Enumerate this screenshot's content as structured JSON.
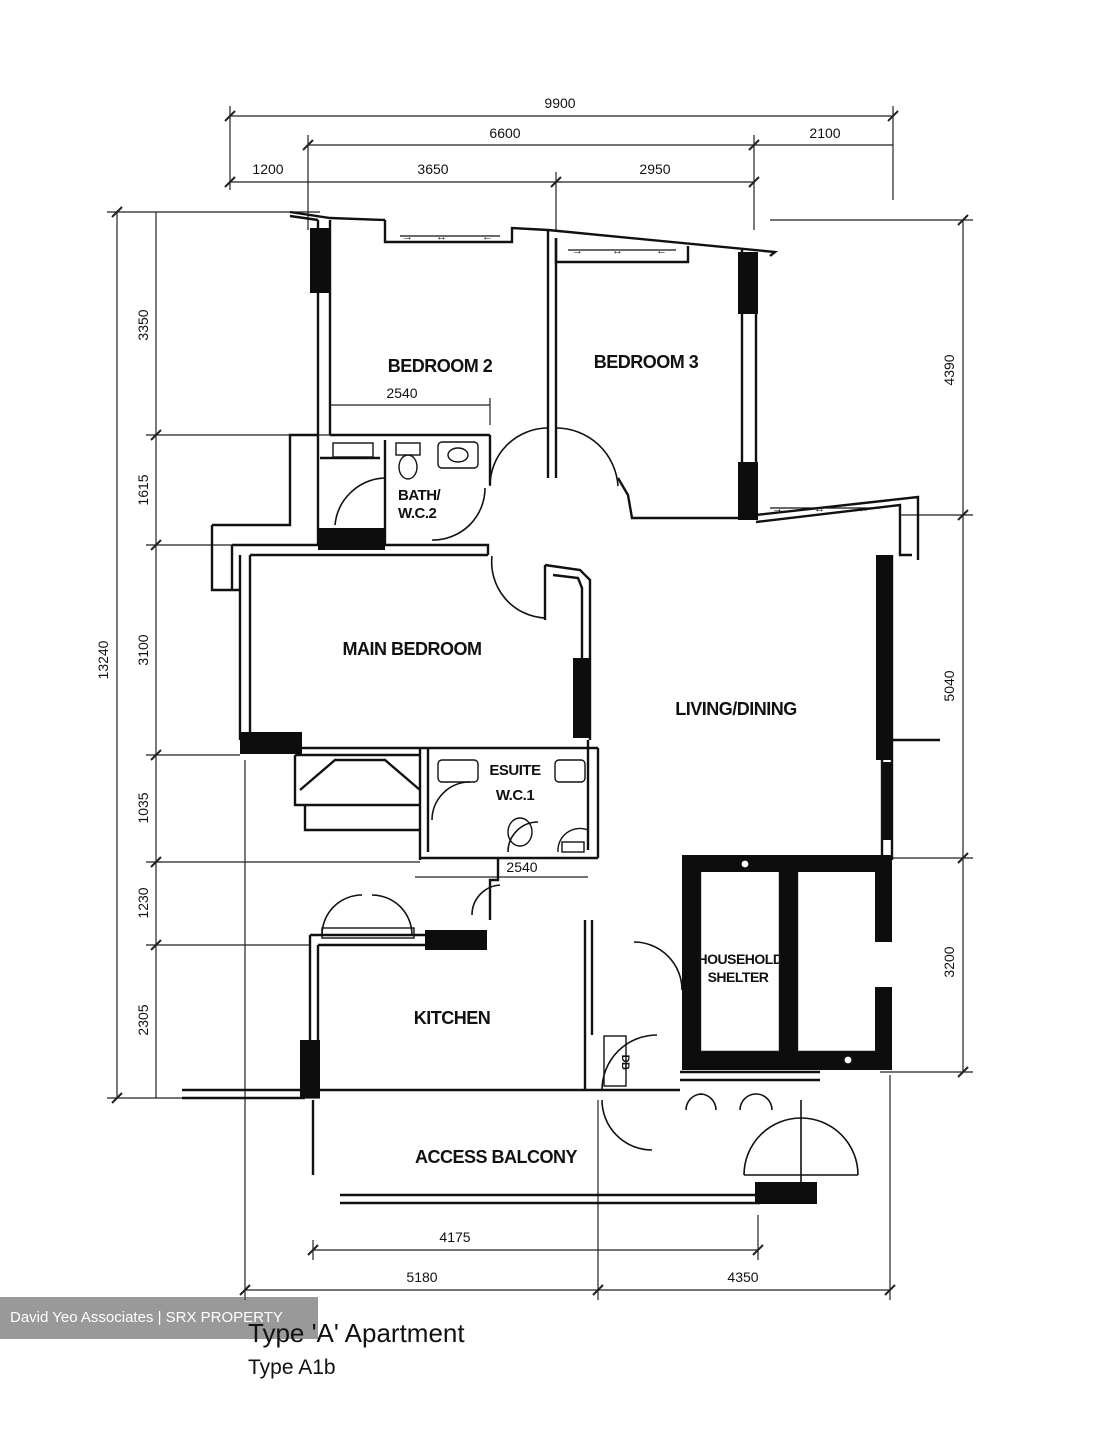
{
  "dimensions": {
    "top_total": "9900",
    "top_mid_left": "6600",
    "top_mid_right": "2100",
    "top_a": "1200",
    "top_b": "3650",
    "top_c": "2950",
    "left_total": "13240",
    "left_a": "3350",
    "left_b": "1615",
    "left_c": "3100",
    "left_d": "1035",
    "left_e": "1230",
    "left_f": "2305",
    "right_a": "4390",
    "right_b": "5040",
    "right_c": "3200",
    "inner_a": "2540",
    "inner_b": "2540",
    "bottom_inner": "4175",
    "bottom_left": "5180",
    "bottom_right": "4350"
  },
  "rooms": {
    "bedroom2": "BEDROOM 2",
    "bedroom3": "BEDROOM 3",
    "bath_line1": "BATH/",
    "bath_line2": "W.C.2",
    "main_bedroom": "MAIN BEDROOM",
    "ensuite_line1": "ESUITE",
    "ensuite_line2": "W.C.1",
    "living": "LIVING/DINING",
    "shelter_line1": "HOUSEHOLD",
    "shelter_line2": "SHELTER",
    "kitchen": "KITCHEN",
    "access": "ACCESS BALCONY",
    "db": "DB"
  },
  "watermark": "David Yeo Associates | SRX PROPERTY",
  "title": "Type 'A' Apartment",
  "subtitle": "Type A1b"
}
